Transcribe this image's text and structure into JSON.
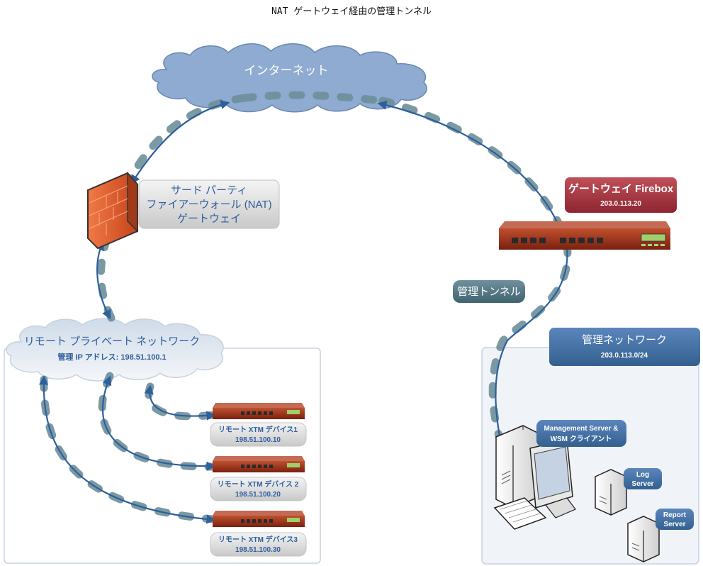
{
  "title": "NAT ゲートウェイ経由の管理トンネル",
  "internet": {
    "label": "インターネット"
  },
  "third_party": {
    "line1": "サード パーティ",
    "line2": "ファイアーウォール (NAT)",
    "line3": "ゲートウェイ"
  },
  "gateway": {
    "name": "ゲートウェイ Firebox",
    "ip": "203.0.113.20"
  },
  "tunnel": {
    "label": "管理トンネル"
  },
  "remote_network": {
    "label": "リモート プライベート ネットワーク",
    "mgmt_ip": "管理 IP アドレス: 198.51.100.1"
  },
  "devices": [
    {
      "name": "リモート XTM デバイス1",
      "ip": "198.51.100.10"
    },
    {
      "name": "リモート XTM デバイス 2",
      "ip": "198.51.100.20"
    },
    {
      "name": "リモート XTM デバイス3",
      "ip": "198.51.100.30"
    }
  ],
  "mgmt_network": {
    "label": "管理ネットワーク",
    "subnet": "203.0.113.0/24"
  },
  "mgmt_server": {
    "line1": "Management Server &",
    "line2": "WSM クライアント"
  },
  "log_server": {
    "line1": "Log",
    "line2": "Server"
  },
  "report_server": {
    "line1": "Report",
    "line2": "Server"
  },
  "colors": {
    "cloud": "#8fabd2",
    "tunnel_dash": "#6d8f99",
    "arrow": "#2e5f9e",
    "gateway_box": "#a33440",
    "mgmt_box": "#3f6fa8",
    "firewall": "#e0572a"
  }
}
